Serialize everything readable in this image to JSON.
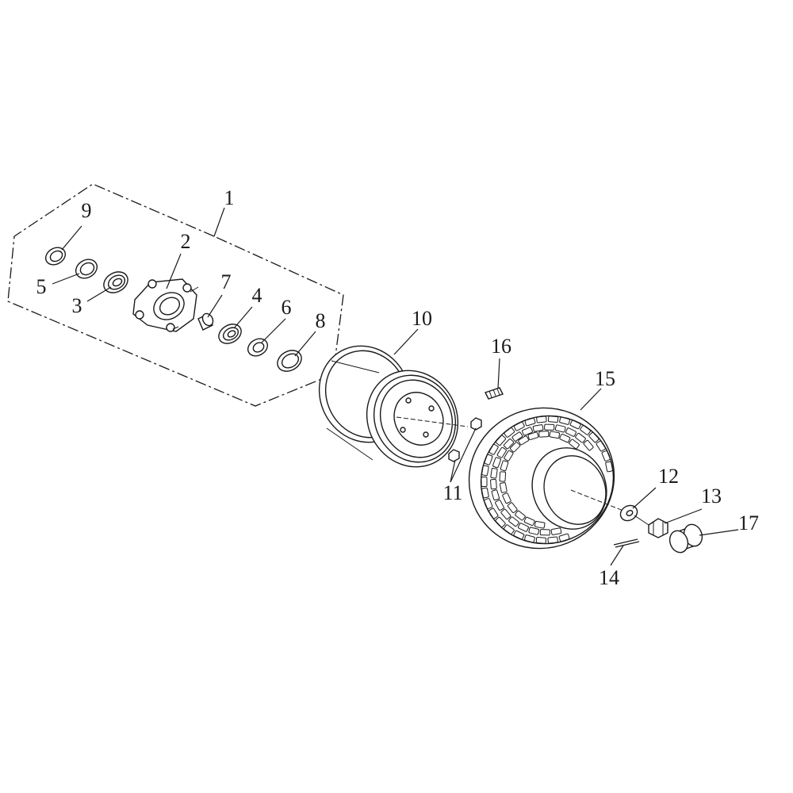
{
  "diagram": {
    "type": "exploded-parts-view",
    "parts": [
      {
        "id": "1",
        "label": "1",
        "depicts": "hub-assembly-group"
      },
      {
        "id": "2",
        "label": "2",
        "depicts": "wheel-hub"
      },
      {
        "id": "3",
        "label": "3",
        "depicts": "bearing"
      },
      {
        "id": "4",
        "label": "4",
        "depicts": "bearing"
      },
      {
        "id": "5",
        "label": "5",
        "depicts": "spacer-ring"
      },
      {
        "id": "6",
        "label": "6",
        "depicts": "spacer-ring"
      },
      {
        "id": "7",
        "label": "7",
        "depicts": "bushing"
      },
      {
        "id": "8",
        "label": "8",
        "depicts": "oil-seal"
      },
      {
        "id": "9",
        "label": "9",
        "depicts": "oil-seal"
      },
      {
        "id": "10",
        "label": "10",
        "depicts": "wheel-rim"
      },
      {
        "id": "11",
        "label": "11",
        "depicts": "lug-nut"
      },
      {
        "id": "12",
        "label": "12",
        "depicts": "washer"
      },
      {
        "id": "13",
        "label": "13",
        "depicts": "castle-nut"
      },
      {
        "id": "14",
        "label": "14",
        "depicts": "cotter-pin"
      },
      {
        "id": "15",
        "label": "15",
        "depicts": "tire"
      },
      {
        "id": "16",
        "label": "16",
        "depicts": "valve-stem"
      },
      {
        "id": "17",
        "label": "17",
        "depicts": "hub-cap"
      }
    ]
  }
}
